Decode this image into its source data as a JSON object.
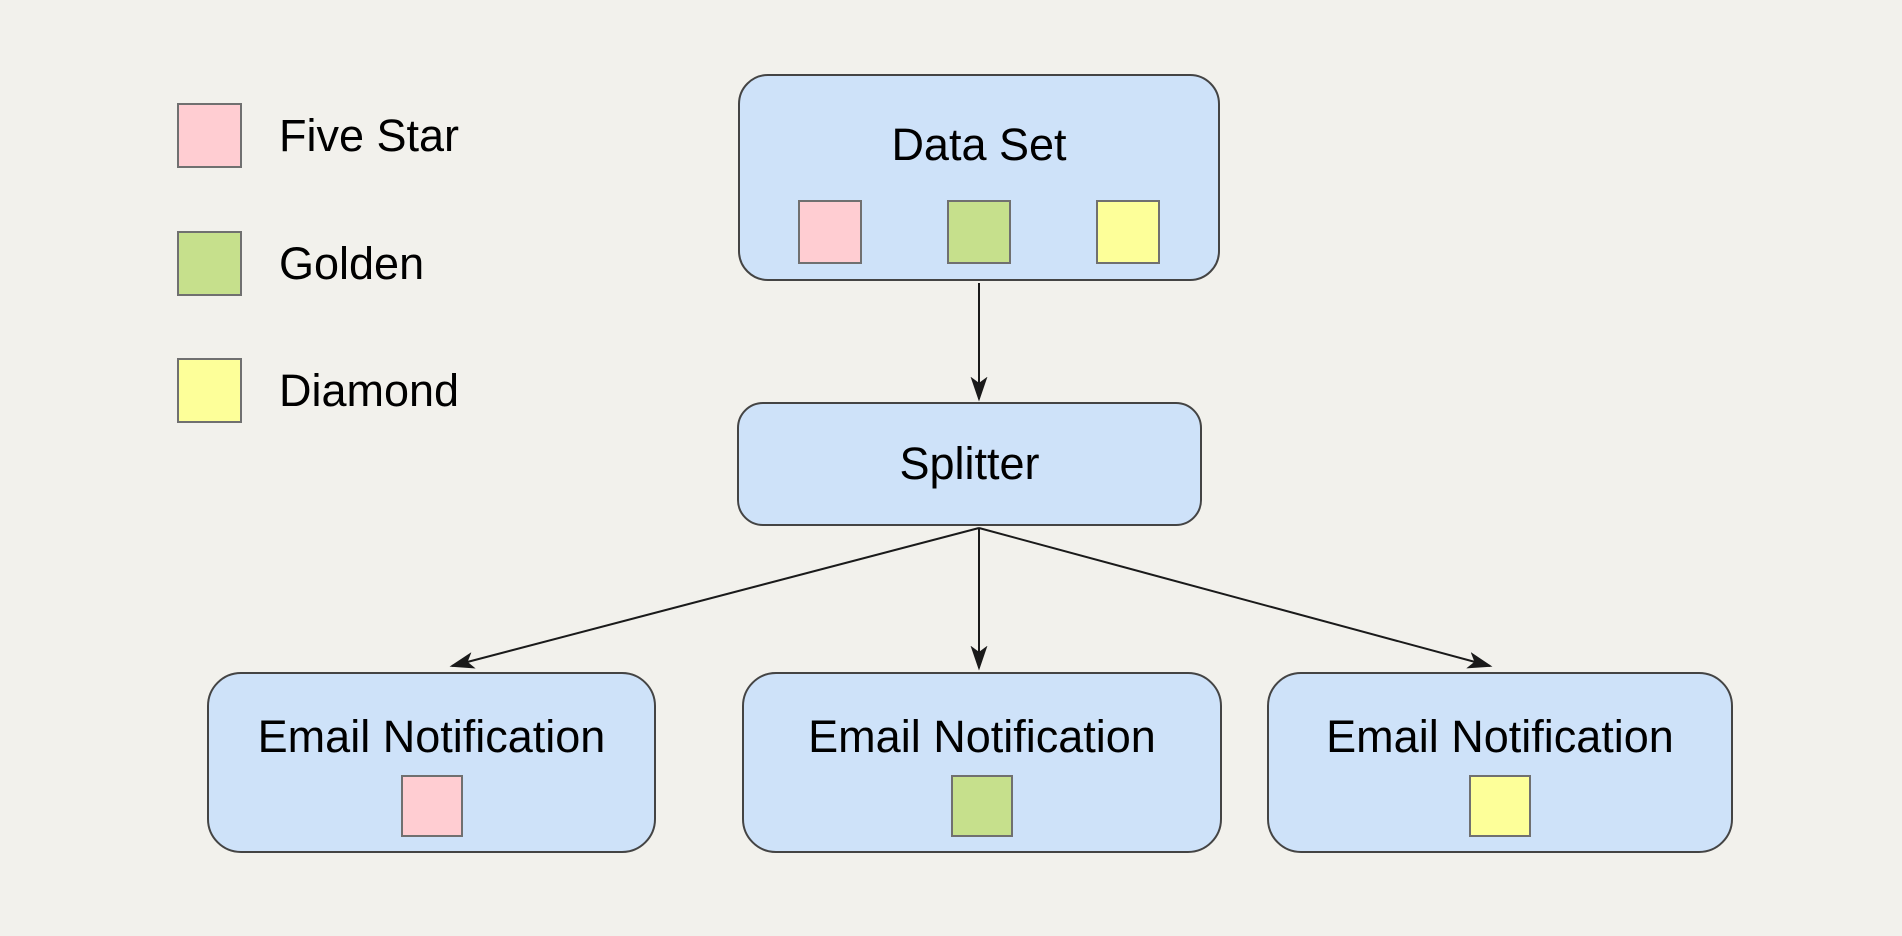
{
  "palette": {
    "background": "#F2F1EC",
    "node_fill": "#CEE2F9",
    "node_border": "#444444",
    "swatch_border": "#707070",
    "arrow": "#1A1A1A",
    "pink": "#FFCDD2",
    "green": "#C6E08C",
    "yellow": "#FDFF99"
  },
  "legend": {
    "items": [
      {
        "label": "Five Star",
        "color": "#FFCDD2",
        "color_name": "pink"
      },
      {
        "label": "Golden",
        "color": "#C6E08C",
        "color_name": "green"
      },
      {
        "label": "Diamond",
        "color": "#FDFF99",
        "color_name": "yellow"
      }
    ]
  },
  "nodes": {
    "data_set": {
      "label": "Data Set",
      "swatches": [
        "pink",
        "green",
        "yellow"
      ]
    },
    "splitter": {
      "label": "Splitter",
      "swatches": []
    },
    "email_pink": {
      "label": "Email Notification",
      "swatches": [
        "pink"
      ]
    },
    "email_green": {
      "label": "Email Notification",
      "swatches": [
        "green"
      ]
    },
    "email_yellow": {
      "label": "Email Notification",
      "swatches": [
        "yellow"
      ]
    }
  },
  "edges": [
    {
      "from": "data_set",
      "to": "splitter"
    },
    {
      "from": "splitter",
      "to": "email_pink"
    },
    {
      "from": "splitter",
      "to": "email_green"
    },
    {
      "from": "splitter",
      "to": "email_yellow"
    }
  ]
}
